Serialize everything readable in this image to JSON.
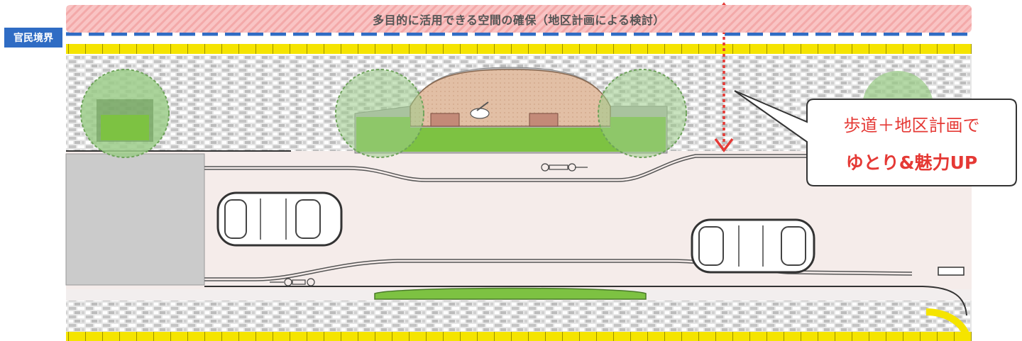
{
  "banner": {
    "text": "多目的に活用できる空間の確保（地区計画による検討）",
    "fill_color": "#f6b8b8"
  },
  "boundary_tag": {
    "text": "官民境界",
    "color": "#2f6cc4"
  },
  "callout": {
    "line1": "歩道＋地区計画で",
    "line2": "ゆとり&魅力UP",
    "text_color": "#e53935"
  },
  "colors": {
    "sidewalk_paving": "#d6d6d6",
    "curb_yellow": "#f5e400",
    "greenery": "#7dc242",
    "tree_canopy": "#9ccc8a",
    "plaza_ground": "#deb79c",
    "roadway": "#f5ecea",
    "parking_area": "#cbcbcb",
    "arrow_red": "#e53935",
    "boundary_line": "#2f6cc4"
  },
  "icons": [
    "boundary-dashed-line",
    "dimension-arrow",
    "car-icon",
    "bicycle-icon",
    "tree-icon",
    "bench-icon",
    "sculpture-icon"
  ]
}
